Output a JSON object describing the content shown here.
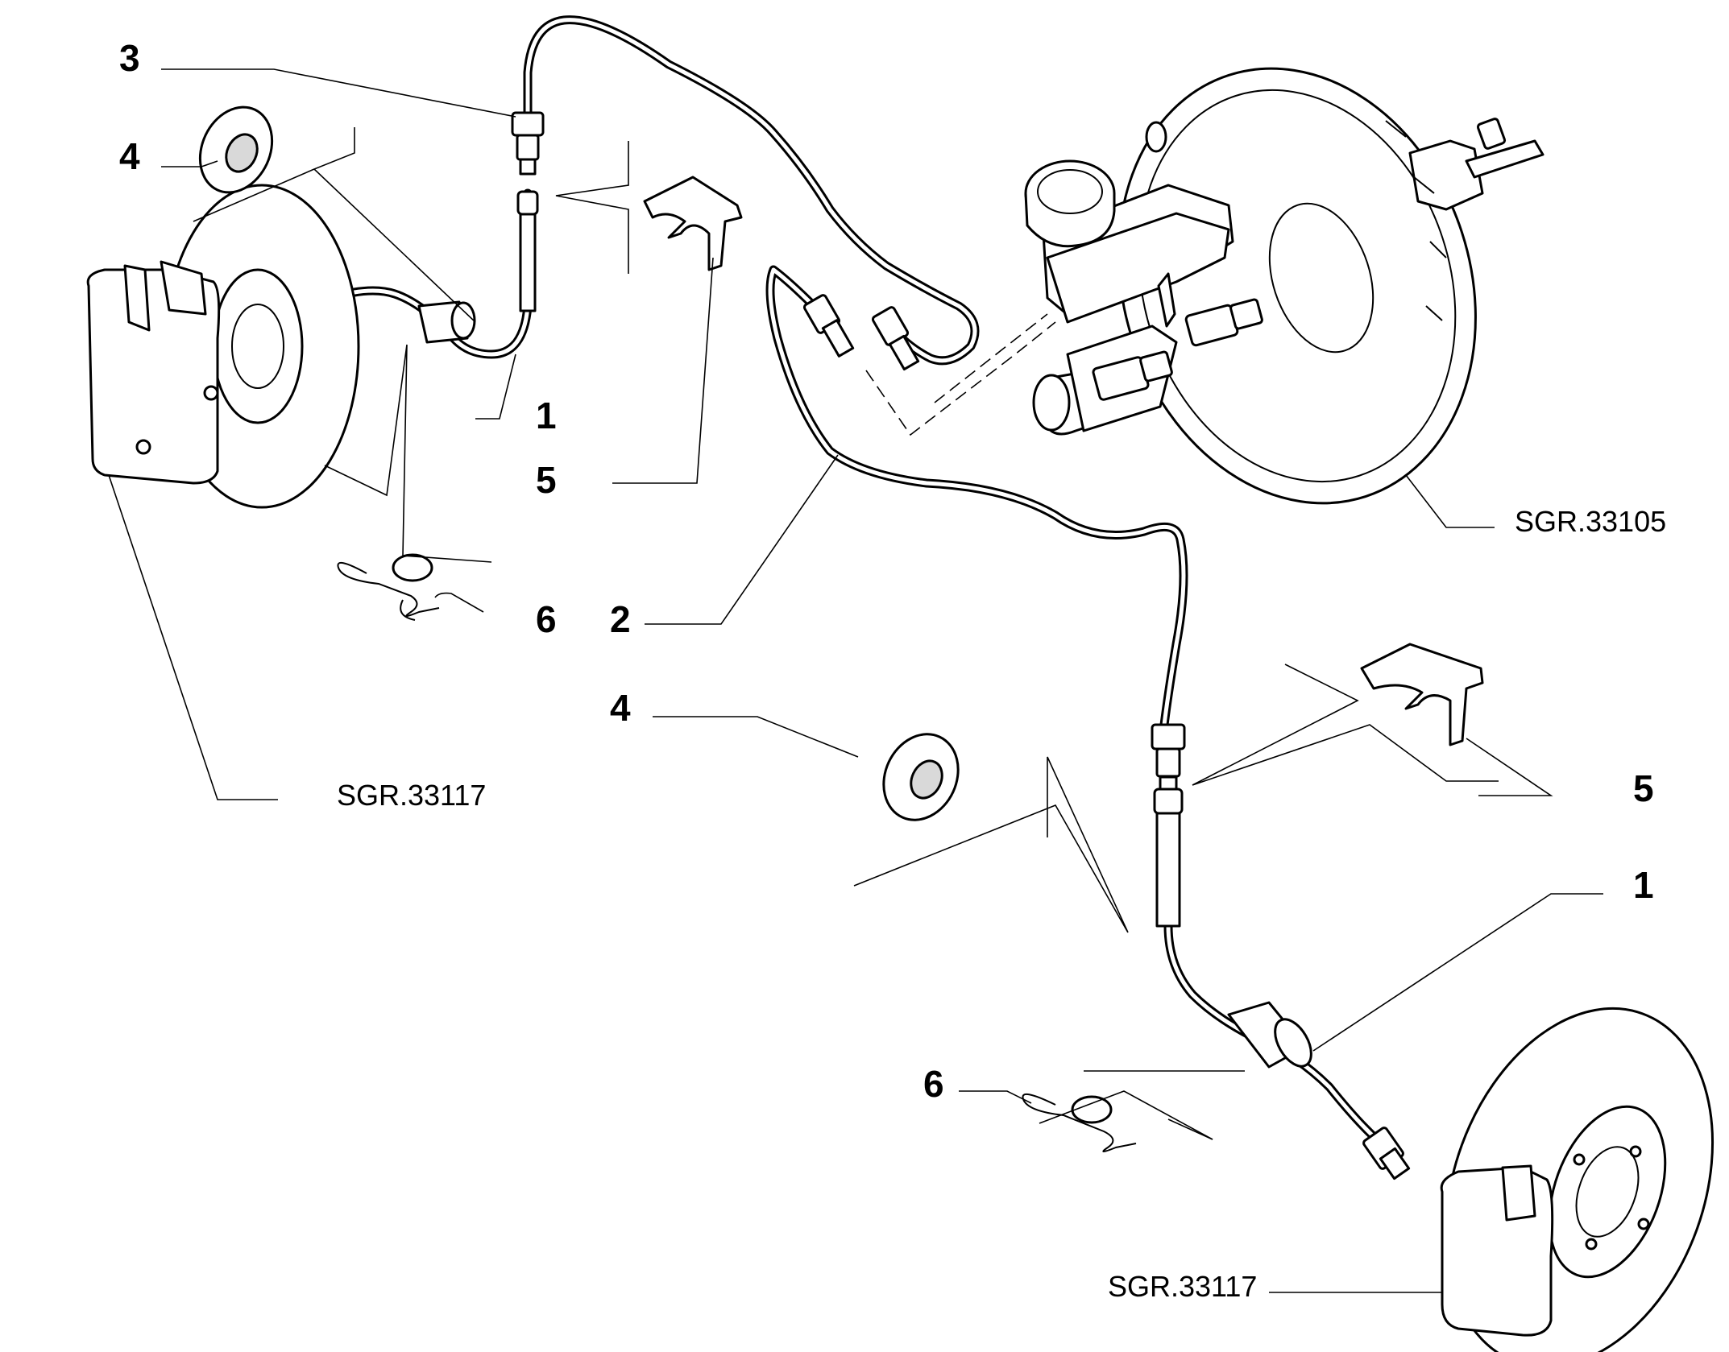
{
  "callouts": [
    {
      "id": "c3",
      "text": "3"
    },
    {
      "id": "c4a",
      "text": "4"
    },
    {
      "id": "c1a",
      "text": "1"
    },
    {
      "id": "c5a",
      "text": "5"
    },
    {
      "id": "c6a",
      "text": "6"
    },
    {
      "id": "c2",
      "text": "2"
    },
    {
      "id": "c4b",
      "text": "4"
    },
    {
      "id": "c5b",
      "text": "5"
    },
    {
      "id": "c1b",
      "text": "1"
    },
    {
      "id": "c6b",
      "text": "6"
    }
  ],
  "references": [
    {
      "id": "r1",
      "text": "SGR.33105"
    },
    {
      "id": "r2",
      "text": "SGR.33117"
    },
    {
      "id": "r3",
      "text": "SGR.33117"
    }
  ]
}
